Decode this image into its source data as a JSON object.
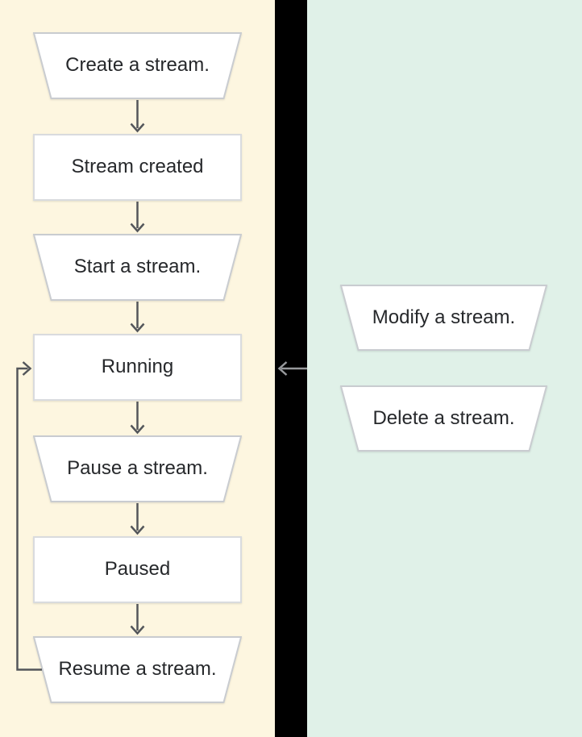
{
  "panels": {
    "lifecycle": {
      "background": "#fdf6e0",
      "nodes": [
        {
          "label": "Create a stream.",
          "shape": "trapezoid",
          "kind": "action"
        },
        {
          "label": "Stream created",
          "shape": "rectangle",
          "kind": "state"
        },
        {
          "label": "Start a stream.",
          "shape": "trapezoid",
          "kind": "action"
        },
        {
          "label": "Running",
          "shape": "rectangle",
          "kind": "state"
        },
        {
          "label": "Pause a stream.",
          "shape": "trapezoid",
          "kind": "action"
        },
        {
          "label": "Paused",
          "shape": "rectangle",
          "kind": "state"
        },
        {
          "label": "Resume a stream.",
          "shape": "trapezoid",
          "kind": "action"
        }
      ]
    },
    "actions": {
      "background": "#e0f1e8",
      "nodes": [
        {
          "label": "Modify a stream.",
          "shape": "trapezoid",
          "kind": "action"
        },
        {
          "label": "Delete a stream.",
          "shape": "trapezoid",
          "kind": "action"
        }
      ]
    }
  },
  "edges": [
    {
      "from": "Create a stream.",
      "to": "Stream created",
      "direction": "down"
    },
    {
      "from": "Stream created",
      "to": "Start a stream.",
      "direction": "down"
    },
    {
      "from": "Start a stream.",
      "to": "Running",
      "direction": "down"
    },
    {
      "from": "Running",
      "to": "Pause a stream.",
      "direction": "down"
    },
    {
      "from": "Pause a stream.",
      "to": "Paused",
      "direction": "down"
    },
    {
      "from": "Paused",
      "to": "Resume a stream.",
      "direction": "down"
    },
    {
      "from": "Resume a stream.",
      "to": "Running",
      "direction": "loop-up-left"
    },
    {
      "from": "actions-panel",
      "to": "Running",
      "direction": "left-through-gap"
    }
  ],
  "colors": {
    "canvas_gap": "#000000",
    "lifecycle_panel": "#fdf6e0",
    "actions_panel": "#e0f1e8",
    "node_fill": "#ffffff",
    "node_border": "#c9ccd0",
    "arrow": "#53565a",
    "arrow_on_black": "#97999c",
    "text": "#26282b"
  }
}
